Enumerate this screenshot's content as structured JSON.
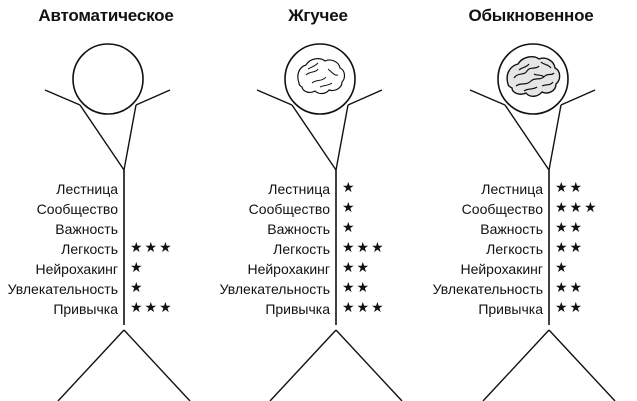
{
  "figures": [
    {
      "title": "Автоматическое",
      "head": "empty",
      "rows": [
        {
          "label": "Лестница",
          "stars": 0
        },
        {
          "label": "Сообщество",
          "stars": 0
        },
        {
          "label": "Важность",
          "stars": 0
        },
        {
          "label": "Легкость",
          "stars": 3
        },
        {
          "label": "Нейрохакинг",
          "stars": 1
        },
        {
          "label": "Увлекательность",
          "stars": 1
        },
        {
          "label": "Привычка",
          "stars": 3
        }
      ]
    },
    {
      "title": "Жгучее",
      "head": "brain-sketch",
      "rows": [
        {
          "label": "Лестница",
          "stars": 1
        },
        {
          "label": "Сообщество",
          "stars": 1
        },
        {
          "label": "Важность",
          "stars": 1
        },
        {
          "label": "Легкость",
          "stars": 3
        },
        {
          "label": "Нейрохакинг",
          "stars": 2
        },
        {
          "label": "Увлекательность",
          "stars": 2
        },
        {
          "label": "Привычка",
          "stars": 3
        }
      ]
    },
    {
      "title": "Обыкновенное",
      "head": "brain-full",
      "rows": [
        {
          "label": "Лестница",
          "stars": 2
        },
        {
          "label": "Сообщество",
          "stars": 3
        },
        {
          "label": "Важность",
          "stars": 2
        },
        {
          "label": "Легкость",
          "stars": 2
        },
        {
          "label": "Нейрохакинг",
          "stars": 1
        },
        {
          "label": "Увлекательность",
          "stars": 2
        },
        {
          "label": "Привычка",
          "stars": 2
        }
      ]
    }
  ]
}
